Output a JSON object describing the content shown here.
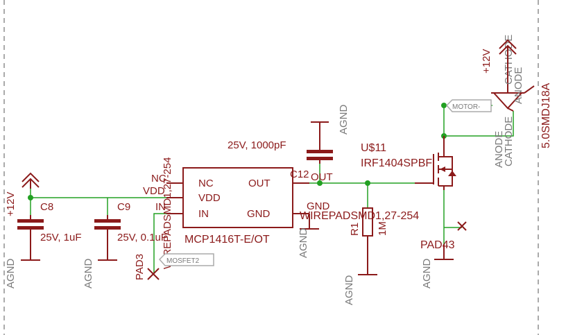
{
  "labels": {
    "c8_ref": "C8",
    "c8_val": "25V, 1uF",
    "c9_ref": "C9",
    "c9_val": "25V, 0.1uF",
    "c12_ref": "C12",
    "c12_val": "25V, 1000pF",
    "ic_name": "MCP1416T-E/OT",
    "pin_nc_out": "NC",
    "pin_vdd_out": "VDD",
    "pin_in_out": "IN",
    "pin_nc_in": "NC",
    "pin_vdd_in": "VDD",
    "pin_in_in": "IN",
    "pin_out_in": "OUT",
    "pin_gnd_in": "GND",
    "pin_out_out": "OUT",
    "pin_gnd_out": "GND",
    "u11_ref": "U$11",
    "u11_val": "IRF1404SPBF",
    "r1_ref": "R1",
    "r1_val": "1M",
    "wirepad_main": "WIREPADSMD1,27-254",
    "wirepad_left": "WIREPADSMD1,27-254",
    "pad3": "PAD3",
    "pad43": "PAD43",
    "tag_mosfet": "MOSFET2",
    "tag_motor": "MOTOR-",
    "diode_name": "5.0SMDJ18A",
    "diode_cathode": "CATHODE",
    "diode_anode": "ANODE",
    "supply_12v_left": "+12V",
    "supply_12v_right": "+12V",
    "agnd": "AGND"
  },
  "colors": {
    "symbol": "#8b1a1a",
    "wire": "#22a022",
    "label_gray": "#7a7a7a",
    "frame": "#aaaaaa"
  }
}
